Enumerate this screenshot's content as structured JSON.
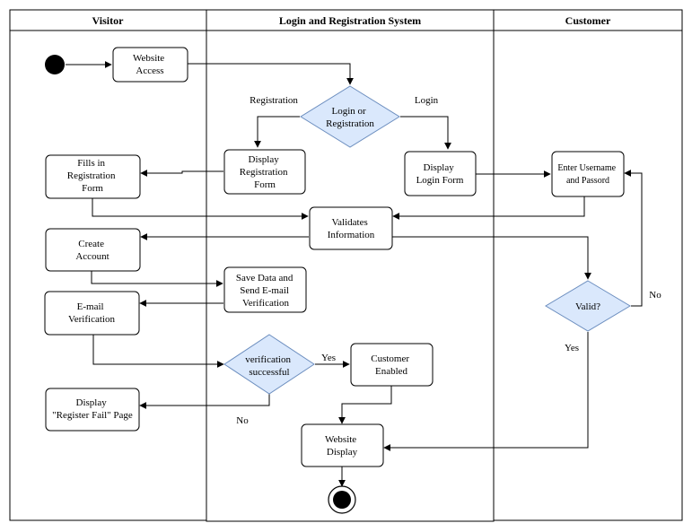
{
  "lanes": {
    "visitor": "Visitor",
    "system": "Login and Registration System",
    "customer": "Customer"
  },
  "nodes": {
    "website_access": [
      "Website",
      "Access"
    ],
    "login_or_registration": [
      "Login or",
      "Registration"
    ],
    "display_registration_form": [
      "Display",
      "Registration",
      "Form"
    ],
    "display_login_form": [
      "Display",
      "Login Form"
    ],
    "enter_username_password": [
      "Enter Username",
      "and Passord"
    ],
    "fills_in_registration_form": [
      "Fills in",
      "Registration",
      "Form"
    ],
    "validates_information": [
      "Validates",
      "Information"
    ],
    "create_account": [
      "Create",
      "Account"
    ],
    "save_data_send_email": [
      "Save Data and",
      "Send E-mail",
      "Verification"
    ],
    "email_verification": [
      "E-mail",
      "Verification"
    ],
    "valid": [
      "Valid?"
    ],
    "verification_successful": [
      "verification",
      "successful"
    ],
    "customer_enabled": [
      "Customer",
      "Enabled"
    ],
    "display_register_fail": [
      "Display",
      "\"Register Fail\" Page"
    ],
    "website_display": [
      "Website",
      "Display"
    ]
  },
  "edge_labels": {
    "registration": "Registration",
    "login": "Login",
    "no_valid": "No",
    "yes_valid": "Yes",
    "yes_verification": "Yes",
    "no_verification": "No"
  },
  "colors": {
    "decision_fill": "#dae8fc",
    "decision_stroke": "#6c8ebf",
    "stroke": "#000000",
    "fill": "#ffffff"
  }
}
